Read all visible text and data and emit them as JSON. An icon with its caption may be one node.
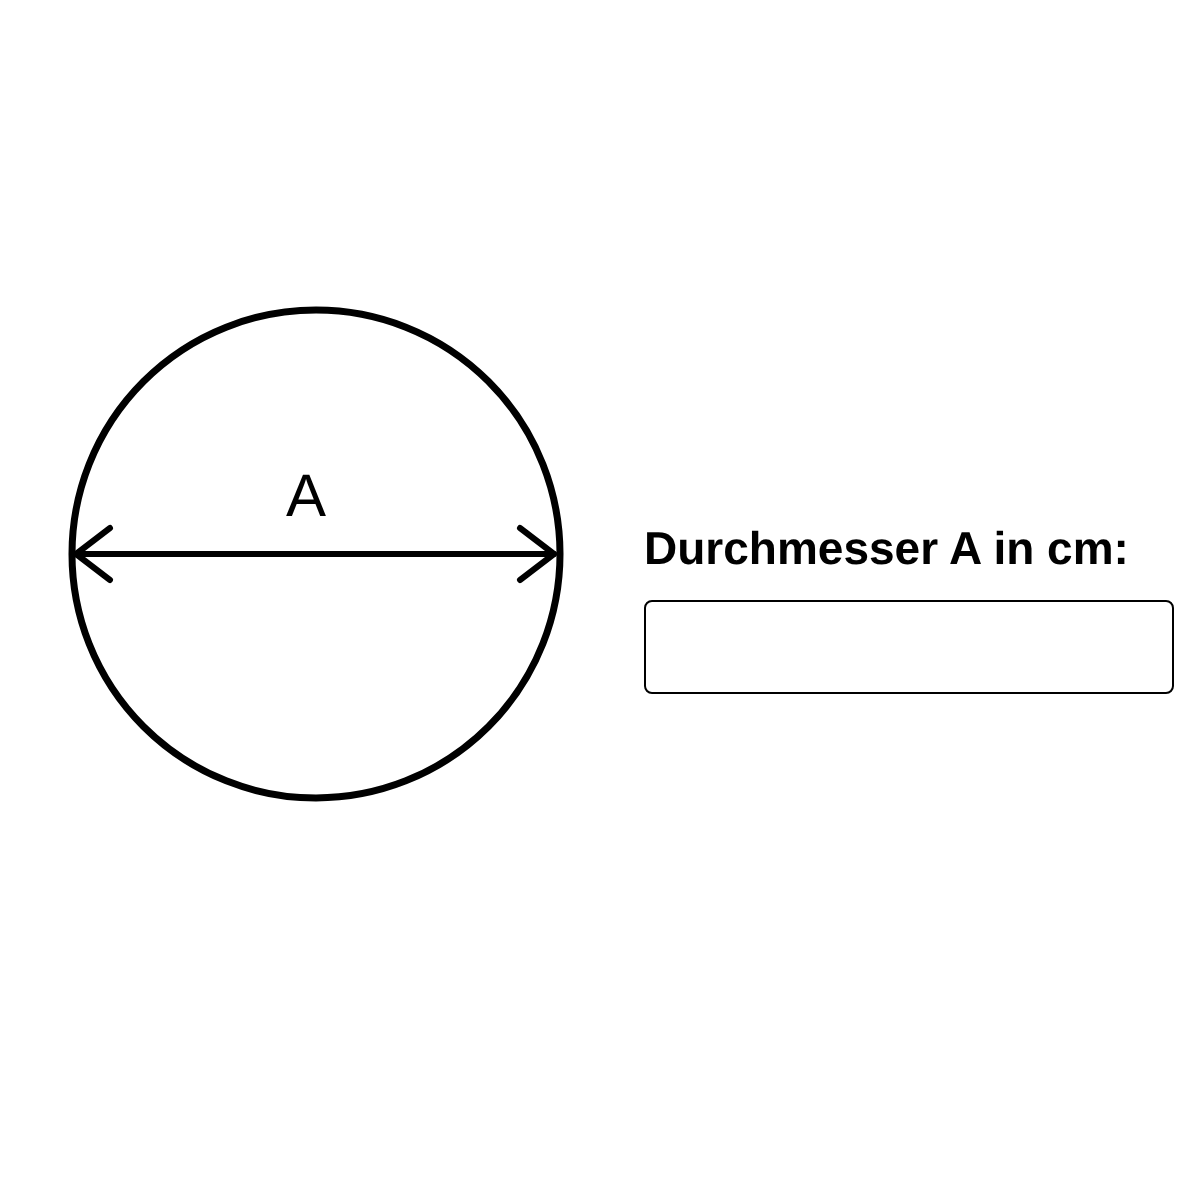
{
  "diagram": {
    "nodes": [
      {
        "text": [],
        "shape": "circle"
      },
      {
        "text": [],
        "shape": "box"
      }
    ],
    "labels": [
      "A",
      "Durchmesser A in cm:"
    ]
  }
}
